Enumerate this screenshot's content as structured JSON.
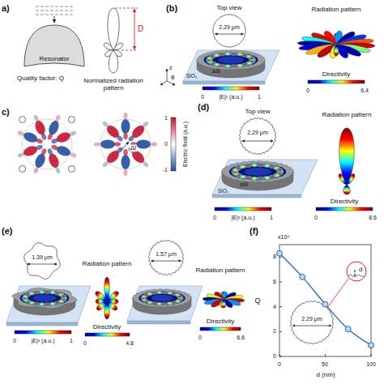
{
  "diagram": {
    "nodes": [
      {
        "text": [
          "Resonator"
        ]
      }
    ],
    "labels": [
      "a)",
      "Quality factor: Q",
      "Normalized radiation pattern",
      "D",
      "(b)",
      "Top view",
      "2.29 μm",
      "SiO₂",
      "aSi",
      "z",
      "φ",
      "0",
      "|E|² (a.u.)",
      "1",
      "Radiation pattern",
      "Directivity",
      "0",
      "6.4",
      "c)",
      "Δl",
      "1",
      "0",
      "-1",
      "Electric field (a.u.)",
      "(d)",
      "Top view",
      "2.29 μm",
      "SiO₂",
      "aSi",
      "0",
      "|E|² (a.u.)",
      "1",
      "Radiation pattern",
      "Directivity",
      "0",
      "8.6",
      "(e)",
      "1.39 μm",
      "0",
      "|E|² (a.u.)",
      "1",
      "Radiation pattern",
      "Directivity",
      "0",
      "4.8",
      "1.57 μm",
      "Radiation pattern",
      "Directivity",
      "0",
      "6.6",
      "(f)",
      "x10⁴",
      "Q",
      "8",
      "6",
      "4",
      "2",
      "0",
      "0",
      "50",
      "100",
      "d (nm)",
      "2.29 μm",
      "d"
    ]
  }
}
